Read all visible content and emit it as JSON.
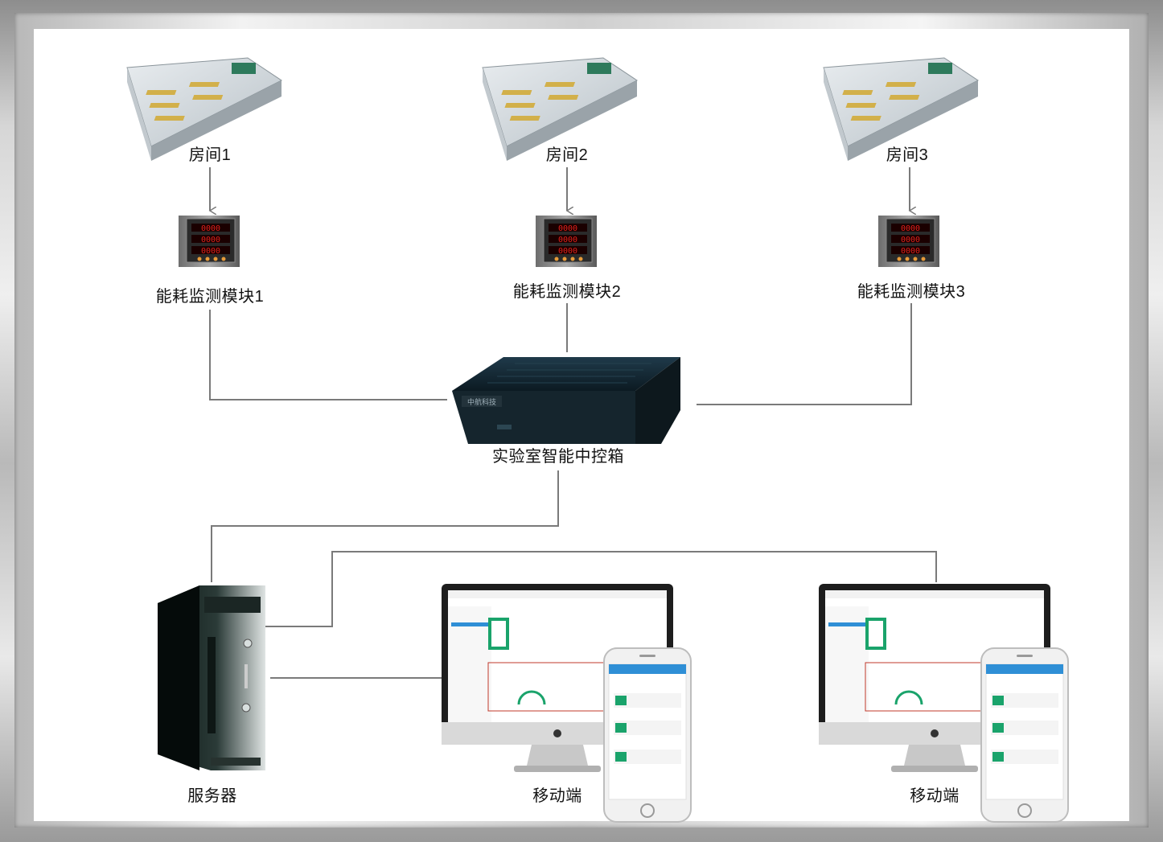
{
  "rooms": [
    {
      "label": "房间1"
    },
    {
      "label": "房间2"
    },
    {
      "label": "房间3"
    }
  ],
  "modules": [
    {
      "label": "能耗监测模块1"
    },
    {
      "label": "能耗监测模块2"
    },
    {
      "label": "能耗监测模块3"
    }
  ],
  "meter_readout": "0000",
  "controller": {
    "label": "实验室智能中控箱",
    "brand": "中航科技"
  },
  "server": {
    "label": "服务器"
  },
  "clients": [
    {
      "label": "移动端"
    },
    {
      "label": "移动端"
    }
  ],
  "colors": {
    "line": "#7a7a7a",
    "meter_digits": "#e0201b",
    "accent_blue": "#2f8fd6",
    "accent_green": "#1aa36b"
  }
}
